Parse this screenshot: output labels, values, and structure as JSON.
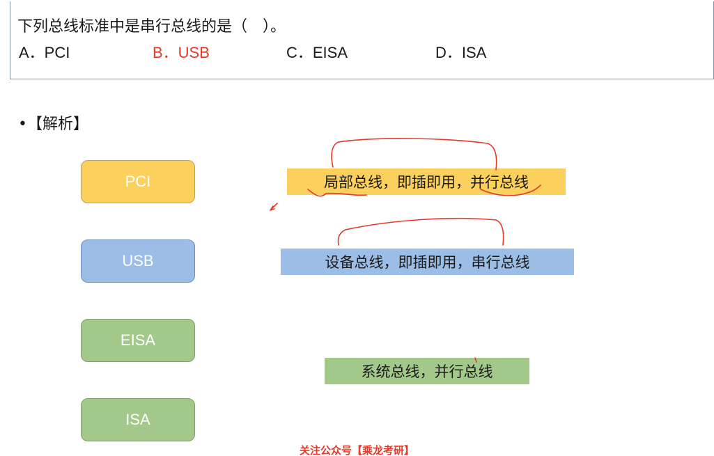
{
  "question": {
    "text": "下列总线标准中是串行总线的是（　）。",
    "options": [
      {
        "label": "A．PCI",
        "correct": false
      },
      {
        "label": "B．USB",
        "correct": true
      },
      {
        "label": "C．EISA",
        "correct": false
      },
      {
        "label": "D．ISA",
        "correct": false
      }
    ]
  },
  "analysis": {
    "heading": "•【解析】",
    "buses": [
      {
        "name": "PCI",
        "color": "#fcd05c"
      },
      {
        "name": "USB",
        "color": "#9cbde6"
      },
      {
        "name": "EISA",
        "color": "#a3c98a"
      },
      {
        "name": "ISA",
        "color": "#a3c98a"
      }
    ],
    "descriptions": [
      {
        "text": "局部总线，即插即用，并行总线",
        "color": "#fcd05c"
      },
      {
        "text": "设备总线，即插即用，串行总线",
        "color": "#9cbde6"
      },
      {
        "text": "系统总线，并行总线",
        "color": "#a3c98a"
      }
    ]
  },
  "colors": {
    "correct_answer": "#e53a28",
    "annotation_ink": "#e53a28"
  },
  "watermark": "关注公众号【乘龙考研】"
}
